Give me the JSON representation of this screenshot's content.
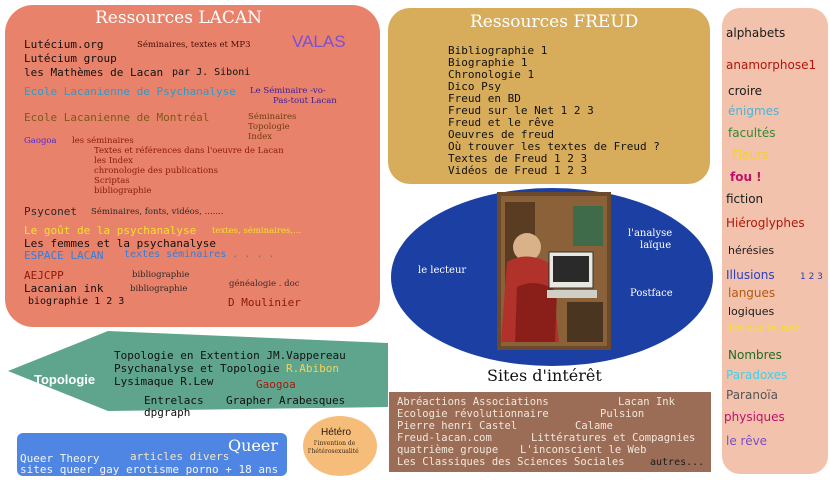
{
  "lacan": {
    "title": "Ressources LACAN",
    "lutecium_org": "Lutécium.org",
    "lutecium_org_desc": "Séminaires, textes et MP3",
    "valas": "VALAS",
    "lutecium_group": "Lutécium group",
    "mathemes": "les Mathèmes de Lacan",
    "mathemes_by": "par J. Siboni",
    "ecole_psy": "Ecole Lacanienne de Psychanalyse",
    "seminaire_vo": "Le Séminaire -vo-",
    "pas_tout": "Pas-tout Lacan",
    "ecole_montreal": "Ecole Lacanienne de Montréal",
    "montreal_links": [
      "Séminaires",
      "Topologie",
      "Index"
    ],
    "gaogoa": "Gaogoa",
    "gaogoa_links": [
      "les séminaires",
      "Textes et références dans l'oeuvre de Lacan",
      "les Index",
      "chronologie des publications",
      "Scriptas",
      "bibliographie"
    ],
    "psyconet": "Psyconet",
    "psyconet_desc": "Séminaires, fonts, vidéos, .......",
    "gout": "Le goût de la psychanalyse",
    "gout_desc": "textes, séminaires,...",
    "femmes": "Les femmes et la psychanalyse",
    "espace": "ESPACE LACAN",
    "espace_desc": "textes séminaires . . . .",
    "aejcpp": "AEJCPP",
    "aejcpp_link": "bibliographie",
    "genealogie": "généalogie . doc",
    "lacanian_ink": "Lacanian ink",
    "lacanian_link": "bibliographie",
    "biographie": "biographie 1 2 3",
    "moulinier": "D Moulinier"
  },
  "freud": {
    "title": "Ressources FREUD",
    "items": [
      "Bibliographie 1",
      "Biographie 1",
      "Chronologie 1",
      "Dico Psy",
      "Freud en BD",
      "Freud sur le Net 1 2 3",
      "Freud et le rêve",
      "Oeuvres de freud",
      "Où trouver  les textes de Freud ?",
      "Textes de Freud 1 2 3",
      "Vidéos  de Freud 1 2 3"
    ]
  },
  "sites": {
    "lecteur": "le lecteur",
    "analyse_1": "l'analyse",
    "analyse_2": "laïque",
    "postface": "Postface",
    "title": "Sites d'intérêt"
  },
  "interet": {
    "lines": [
      [
        "Abréactions Associations",
        "Lacan Ink"
      ],
      [
        "Ecologie révolutionnaire",
        "Pulsion"
      ],
      [
        "Pierre henri Castel",
        "Calame"
      ],
      [
        "Freud-lacan.com",
        "Littératures et Compagnies"
      ],
      [
        "quatrième groupe",
        "L'inconscient le Web"
      ],
      [
        "Les Classiques des Sciences Sociales",
        "autres..."
      ]
    ]
  },
  "topologie": {
    "label": "Topologie",
    "line1": "Topologie en Extention JM.Vappereau",
    "line2a": "Psychanalyse et Topologie",
    "line2b": "R.Abibon",
    "line3a": "Lysimaque R.Lew",
    "line3b": "Gaogoa",
    "line4a": "Entrelacs",
    "line4b": "Grapher Arabesques",
    "line5": "dpgraph"
  },
  "queer": {
    "label": "Queer",
    "line1a": "Queer Theory",
    "line1b": "articles divers",
    "line2": "sites queer gay erotisme porno + 18 ans"
  },
  "hetero": {
    "title": "Hétéro",
    "line1": "l'invention de",
    "line2": "l'hétérosexualité"
  },
  "right": {
    "items": [
      {
        "text": "alphabets",
        "color": "#1a1a1a"
      },
      {
        "text": "anamorphose1",
        "color": "#b0160c"
      },
      {
        "text": "croire",
        "color": "#1a1a1a"
      },
      {
        "text": "énigmes",
        "color": "#4db3d6"
      },
      {
        "text": "facultés",
        "color": "#2e8b2e"
      },
      {
        "text": "Fleurs",
        "color": "#f4d22a"
      },
      {
        "text": "fou !",
        "color": "#c0106a"
      },
      {
        "text": "fiction",
        "color": "#1a1a1a"
      },
      {
        "text": "Hiéroglyphes",
        "color": "#b0160c"
      },
      {
        "text": "hérésies",
        "color": "#1a1a1a"
      },
      {
        "text": "Illusions",
        "color": "#2a3fc0"
      },
      {
        "text": "langues",
        "color": "#b05a10"
      },
      {
        "text": "logiques",
        "color": "#1a1a1a"
      },
      {
        "text": "lire sur le net",
        "color": "#f4e22a"
      },
      {
        "text": "Nombres",
        "color": "#1f6b1f"
      },
      {
        "text": "Paradoxes",
        "color": "#3fd0e8"
      },
      {
        "text": "Paranoïa",
        "color": "#555555"
      },
      {
        "text": "physiques",
        "color": "#c0106a"
      },
      {
        "text": "le rêve",
        "color": "#7b4fc0"
      }
    ],
    "illusions_nums": "1 2 3"
  }
}
